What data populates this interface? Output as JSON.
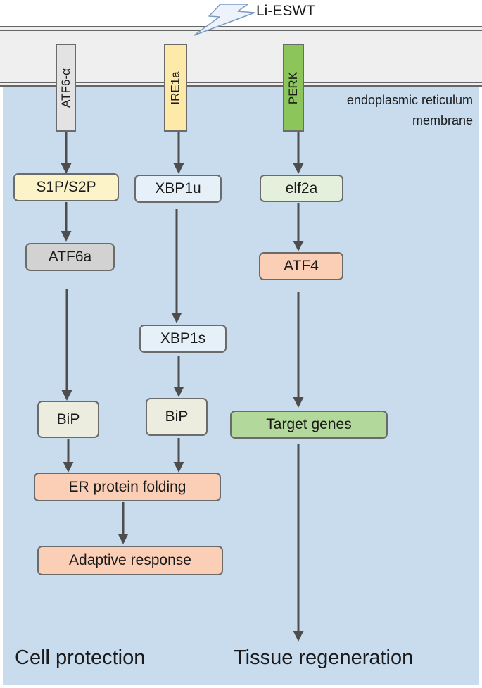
{
  "stimulus": "Li-ESWT",
  "membrane_label_line1": "endoplasmic reticulum",
  "membrane_label_line2": "membrane",
  "receptors": {
    "atf6": "ATF6-α",
    "ire1": "IRE1a",
    "perk": "PERK"
  },
  "nodes": {
    "s1p_s2p": "S1P/S2P",
    "atf6a": "ATF6a",
    "xbp1u": "XBP1u",
    "xbp1s": "XBP1s",
    "bip_left": "BiP",
    "bip_right": "BiP",
    "elf2a": "elf2a",
    "atf4": "ATF4",
    "target_genes": "Target genes",
    "er_folding": "ER protein folding",
    "adaptive": "Adaptive response"
  },
  "outcomes": {
    "cell_protection": "Cell protection",
    "tissue_regeneration": "Tissue regeneration"
  },
  "colors": {
    "cytoplasm": "#c8dcee",
    "membrane": "#efefef",
    "membrane_line": "#666666",
    "arrow": "#4d4d4d",
    "atf6_receptor": "#e3e3e3",
    "ire1_receptor": "#fde9a8",
    "perk_receptor": "#8cc65a",
    "s1p": "#fdf3c9",
    "atf6a": "#d2d2d2",
    "xbp": "#e6f0f9",
    "bip": "#ececdf",
    "elf2a": "#e4efdc",
    "atf4": "#fbcfb6",
    "target": "#b2d89b",
    "er": "#fbcfb6",
    "lightning": "#eef3fb"
  }
}
